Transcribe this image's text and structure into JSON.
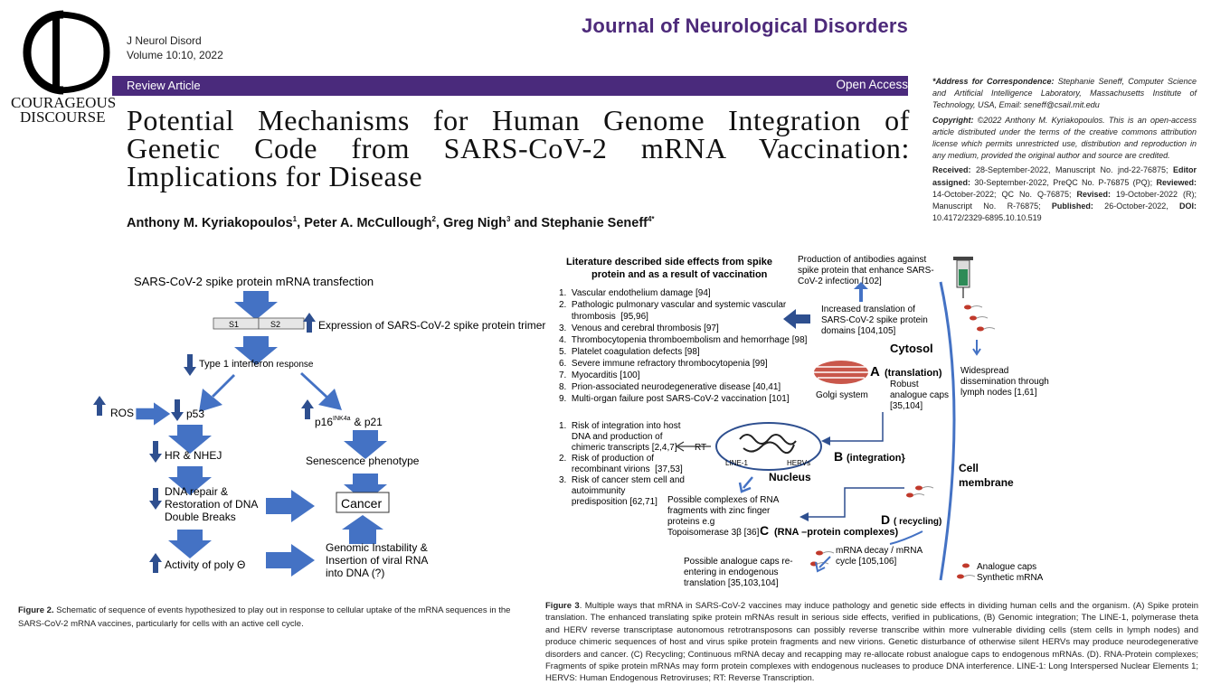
{
  "logo": {
    "mark": "CD",
    "line1": "COURAGEOUS",
    "line2": "DISCOURSE"
  },
  "journal": {
    "abbrev": "J Neurol Disord",
    "volume": "Volume 10:10, 2022",
    "name": "Journal of Neurological Disorders"
  },
  "article_bar": {
    "type": "Review Article",
    "access": "Open Access"
  },
  "title": "Potential Mechanisms for Human Genome Integration of Genetic Code from SARS-CoV-2 mRNA Vaccination: Implications for Disease",
  "authors": [
    {
      "name": "Anthony M. Kyriakopoulos",
      "sup": "1"
    },
    {
      "name": "Peter A. McCullough",
      "sup": "2"
    },
    {
      "name": "Greg Nigh",
      "sup": "3"
    },
    {
      "name": "Stephanie Seneff",
      "sup": "4*"
    }
  ],
  "authors_sep": [
    ", ",
    ", ",
    " and "
  ],
  "sidebar": {
    "corr_label": "*Address for Correspondence:",
    "corr_text": " Stephanie Seneff, Computer Science and Artificial Intelligence Laboratory, Massachusetts Institute of Technology, USA, Email: seneff@csail.mit.edu",
    "copy_label": "Copyright:",
    "copy_text": " ©2022 Anthony M. Kyriakopoulos. This is an open-access article distributed under the terms of the creative commons attribution license which permits unrestricted use, distribution and reproduction in any medium, provided the original author and source are credited.",
    "dates": [
      {
        "label": "Received:",
        "text": " 28-September-2022, Manuscript No. jnd-22-76875; "
      },
      {
        "label": "Editor assigned:",
        "text": " 30-September-2022, PreQC No. P-76875 (PQ); "
      },
      {
        "label": "Reviewed:",
        "text": " 14-October-2022; QC No. Q-76875; "
      },
      {
        "label": "Revised:",
        "text": " 19-October-2022 (R); Manuscript No. R-76875; "
      },
      {
        "label": "Published:",
        "text": " 26-October-2022, "
      },
      {
        "label": "DOI:",
        "text": " 10.4172/2329-6895.10.10.519"
      }
    ]
  },
  "figure2": {
    "head": "SARS-CoV-2 spike protein mRNA transfection",
    "s1": "S1",
    "s2": "S2",
    "expression": "Expression of SARS-CoV-2 spike protein trimer",
    "interferon_bold": "Type 1 interferon",
    "interferon_rest": " response",
    "ros": "ROS",
    "p53": "p53",
    "p16": "p16",
    "p16_sup": "INK4a",
    "p21": "& p21",
    "hr": "HR & NHEJ",
    "senescence": "Senescence phenotype",
    "repair": [
      "DNA repair &",
      "Restoration of DNA",
      "Double Breaks"
    ],
    "cancer": "Cancer",
    "genomic": [
      "Genomic Instability &",
      "Insertion of  viral RNA",
      "into DNA (?)"
    ],
    "poly": "Activity of poly Θ"
  },
  "figure3": {
    "lit_title": [
      "Literature described side effects from spike",
      "protein and as a result of vaccination"
    ],
    "lit_items": [
      "1.  Vascular endothelium damage [94]",
      "2.  Pathologic pulmonary vascular and systemic vascular",
      "     thrombosis  [95,96]",
      "3.  Venous and cerebral thrombosis [97]",
      "4.  Thrombocytopenia thromboembolism and hemorrhage [98]",
      "5.  Platelet coagulation defects [98]",
      "6.  Severe immune refractory thrombocytopenia [99]",
      "7.  Myocarditis [100]",
      "8.  Prion-associated neurodegenerative disease [40,41]",
      "9.  Multi-organ failure post SARS-CoV-2 vaccination [101]"
    ],
    "antibodies": [
      "Production of antibodies against",
      "spike protein that enhance SARS-",
      "CoV-2 infection [102]"
    ],
    "increased": [
      "Increased translation  of",
      "SARS-CoV-2 spike protein",
      "domains [104,105]"
    ],
    "cytosol": "Cytosol",
    "a_letter": "A",
    "a_label": "(translation)",
    "golgi": "Golgi system",
    "robust": [
      "Robust",
      "analogue caps",
      "[35,104]"
    ],
    "widespread": [
      "Widespread",
      "dissemination through",
      "lymph nodes [1,61]"
    ],
    "risk_items": [
      "1.  Risk of integration into host",
      "     DNA and production of",
      "     chimeric transcripts [2,4,7]",
      "2.  Risk of production of",
      "     recombinant virions  [37,53]",
      "3.  Risk of cancer stem cell and",
      "     autoimmunity",
      "     predisposition [62,71]"
    ],
    "rt": "RT",
    "line1": "LINE-1",
    "hervs": "HERVs",
    "nucleus": "Nucleus",
    "b_letter": "B",
    "b_label": "(integration}",
    "cell": "Cell",
    "membrane": "membrane",
    "complexes": [
      "Possible complexes of RNA",
      "fragments with zinc finger",
      "proteins e.g",
      "Topoisomerase 3β [36]"
    ],
    "c_letter": "C",
    "c_label": "(RNA –protein complexes)",
    "d_letter": "D",
    "d_label": "( recycling)",
    "decay": [
      "mRNA decay / mRNA",
      "cycle [105,106]"
    ],
    "reenter": [
      "Possible analogue caps re-",
      "entering in endogenous",
      "translation [35,103,104]"
    ],
    "legend_caps": "Analogue caps",
    "legend_mrna": "Synthetic mRNA"
  },
  "caption2": {
    "label": "Figure 2.",
    "text": " Schematic of sequence of events hypothesized to play out in response to cellular uptake of the mRNA sequences in the SARS-CoV-2 mRNA vaccines, particularly for cells with an active cell cycle."
  },
  "caption3": {
    "label": "Figure 3",
    "text": ". Multiple ways that mRNA in SARS-CoV-2 vaccines may induce pathology and genetic side effects in dividing human cells and the organism. (A) Spike protein translation. The enhanced translating spike protein mRNAs result in serious side effects, verified in publications, (B) Genomic integration; The LINE-1, polymerase theta and HERV reverse transcriptase autonomous retrotransposons can possibly reverse transcribe within more vulnerable dividing cells (stem cells in lymph nodes) and produce chimeric sequences of host and virus spike protein fragments and new virions. Genetic disturbance of otherwise silent HERVs may produce neurodegenerative disorders and cancer. (C) Recycling; Continuous mRNA decay and recapping may re-allocate robust analogue caps to endogenous mRNAs. (D). RNA-Protein complexes; Fragments of spike protein mRNAs may form protein complexes with endogenous nucleases to produce DNA interference. LINE-1: Long Interspersed Nuclear Elements 1; HERVS: Human Endogenous Retroviruses; RT: Reverse Transcription."
  },
  "colors": {
    "purple": "#4a2a7c",
    "arrow_blue": "#4472c4",
    "dark_blue": "#2e4f8f",
    "red": "#c0392b"
  }
}
